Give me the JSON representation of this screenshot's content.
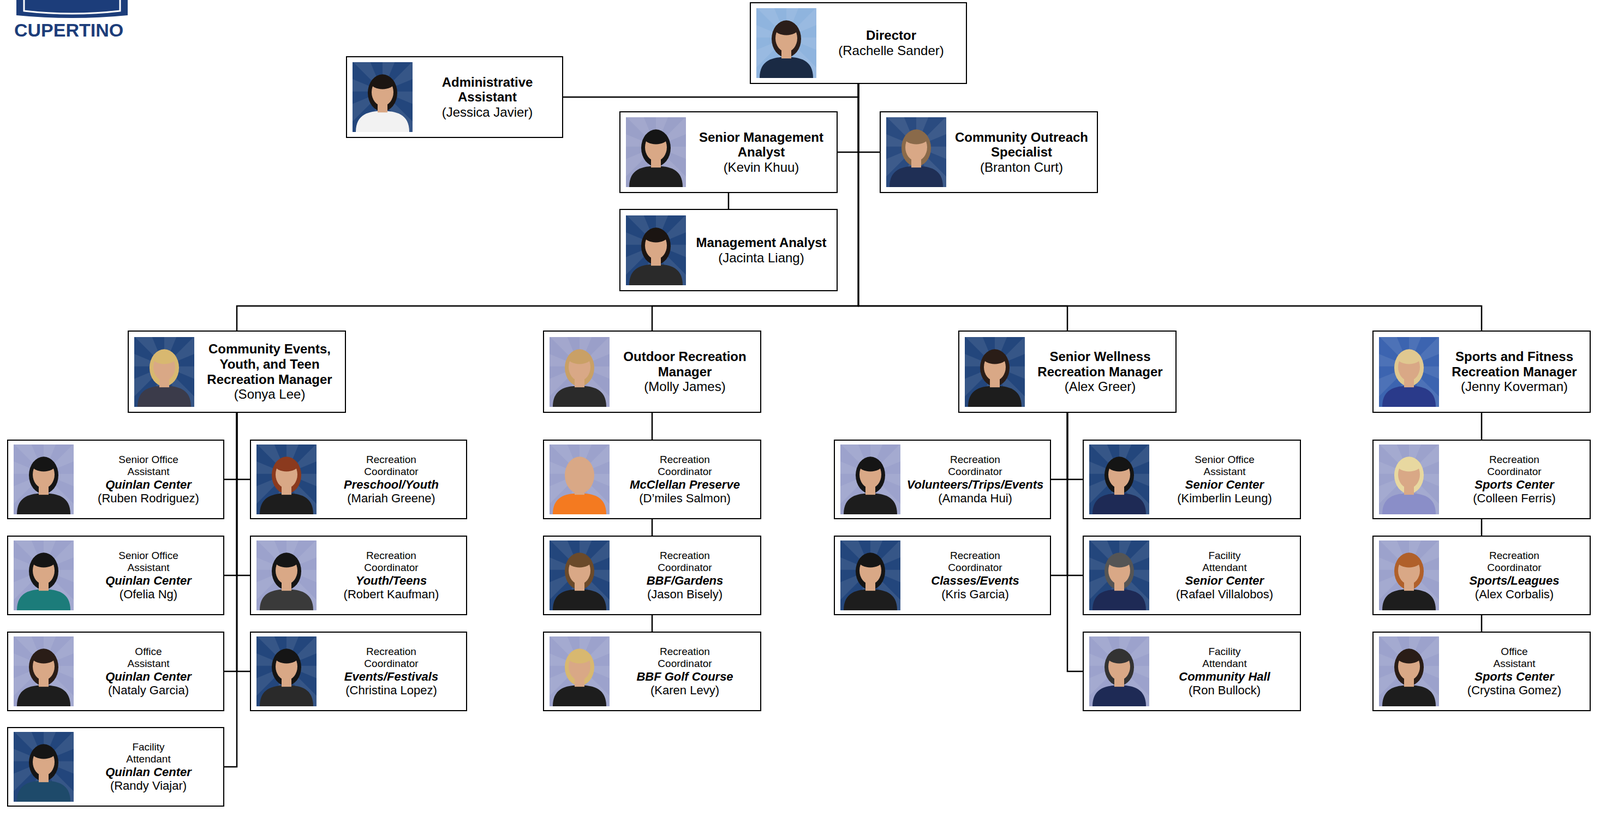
{
  "diagram": {
    "nodes": [
      {
        "text": [
          "Director",
          "(Rachelle Sander)"
        ]
      },
      {
        "text": [
          "Administrative Assistant",
          "(Jessica Javier)"
        ]
      },
      {
        "text": [
          "Senior Management Analyst",
          "(Kevin Khuu)"
        ]
      },
      {
        "text": [
          "Community Outreach Specialist",
          "(Branton Curt)"
        ]
      },
      {
        "text": [
          "Management Analyst",
          "(Jacinta Liang)"
        ]
      },
      {
        "text": [
          "Community Events, Youth, and Teen Recreation Manager",
          "(Sonya Lee)"
        ]
      },
      {
        "text": [
          "Outdoor Recreation Manager",
          "(Molly James)"
        ]
      },
      {
        "text": [
          "Senior Wellness Recreation Manager",
          "(Alex Greer)"
        ]
      },
      {
        "text": [
          "Sports and Fitness Recreation Manager",
          "(Jenny Koverman)"
        ]
      },
      {
        "text": [
          "Senior Office Assistant",
          "Quinlan Center",
          "(Ruben Rodriguez)"
        ]
      },
      {
        "text": [
          "Recreation Coordinator",
          "Preschool/Youth",
          "(Mariah Greene)"
        ]
      },
      {
        "text": [
          "Senior Office Assistant",
          "Quinlan Center",
          "(Ofelia Ng)"
        ]
      },
      {
        "text": [
          "Recreation Coordinator",
          "Youth/Teens",
          "(Robert Kaufman)"
        ]
      },
      {
        "text": [
          "Office Assistant",
          "Quinlan Center",
          "(Nataly Garcia)"
        ]
      },
      {
        "text": [
          "Recreation Coordinator",
          "Events/Festivals",
          "(Christina Lopez)"
        ]
      },
      {
        "text": [
          "Facility Attendant",
          "Quinlan Center",
          "(Randy Viajar)"
        ]
      },
      {
        "text": [
          "Recreation Coordinator",
          "McClellan Preserve",
          "(D’miles Salmon)"
        ]
      },
      {
        "text": [
          "Recreation Coordinator",
          "BBF/Gardens",
          "(Jason Bisely)"
        ]
      },
      {
        "text": [
          "Recreation Coordinator",
          "BBF Golf Course",
          "(Karen Levy)"
        ]
      },
      {
        "text": [
          "Recreation Coordinator",
          "Volunteers/Trips/Events",
          "(Amanda Hui)"
        ]
      },
      {
        "text": [
          "Senior Office Assistant",
          "Senior Center",
          "(Kimberlin Leung)"
        ]
      },
      {
        "text": [
          "Recreation Coordinator",
          "Classes/Events",
          "(Kris Garcia)"
        ]
      },
      {
        "text": [
          "Facility Attendant",
          "Senior Center",
          "(Rafael Villalobos)"
        ]
      },
      {
        "text": [
          "Facility Attendant",
          "Community Hall",
          "(Ron Bullock)"
        ]
      },
      {
        "text": [
          "Recreation Coordinator",
          "Sports Center",
          "(Colleen Ferris)"
        ]
      },
      {
        "text": [
          "Recreation Coordinator",
          "Sports/Leagues",
          "(Alex Corbalis)"
        ]
      },
      {
        "text": [
          "Office Assistant",
          "Sports Center",
          "(Crystina Gomez)"
        ]
      }
    ],
    "edges": [
      {
        "from": 0,
        "to": 1,
        "arrow": "none"
      },
      {
        "from": 0,
        "to": 2,
        "arrow": "none"
      },
      {
        "from": 0,
        "to": 3,
        "arrow": "none"
      },
      {
        "from": 2,
        "to": 4,
        "arrow": "none"
      },
      {
        "from": 0,
        "to": 5,
        "arrow": "none"
      },
      {
        "from": 0,
        "to": 6,
        "arrow": "none"
      },
      {
        "from": 0,
        "to": 7,
        "arrow": "none"
      },
      {
        "from": 0,
        "to": 8,
        "arrow": "none"
      },
      {
        "from": 5,
        "to": 9,
        "arrow": "none"
      },
      {
        "from": 5,
        "to": 10,
        "arrow": "none"
      },
      {
        "from": 5,
        "to": 11,
        "arrow": "none"
      },
      {
        "from": 5,
        "to": 12,
        "arrow": "none"
      },
      {
        "from": 5,
        "to": 13,
        "arrow": "none"
      },
      {
        "from": 5,
        "to": 14,
        "arrow": "none"
      },
      {
        "from": 5,
        "to": 15,
        "arrow": "none"
      },
      {
        "from": 6,
        "to": 16,
        "arrow": "none"
      },
      {
        "from": 16,
        "to": 17,
        "arrow": "none"
      },
      {
        "from": 17,
        "to": 18,
        "arrow": "none"
      },
      {
        "from": 7,
        "to": 19,
        "arrow": "none"
      },
      {
        "from": 7,
        "to": 20,
        "arrow": "none"
      },
      {
        "from": 7,
        "to": 21,
        "arrow": "none"
      },
      {
        "from": 7,
        "to": 22,
        "arrow": "none"
      },
      {
        "from": 7,
        "to": 23,
        "arrow": "none"
      },
      {
        "from": 8,
        "to": 24,
        "arrow": "none"
      },
      {
        "from": 24,
        "to": 25,
        "arrow": "none"
      },
      {
        "from": 25,
        "to": 26,
        "arrow": "none"
      }
    ],
    "labels": [
      "CUPERTINO"
    ]
  }
}
